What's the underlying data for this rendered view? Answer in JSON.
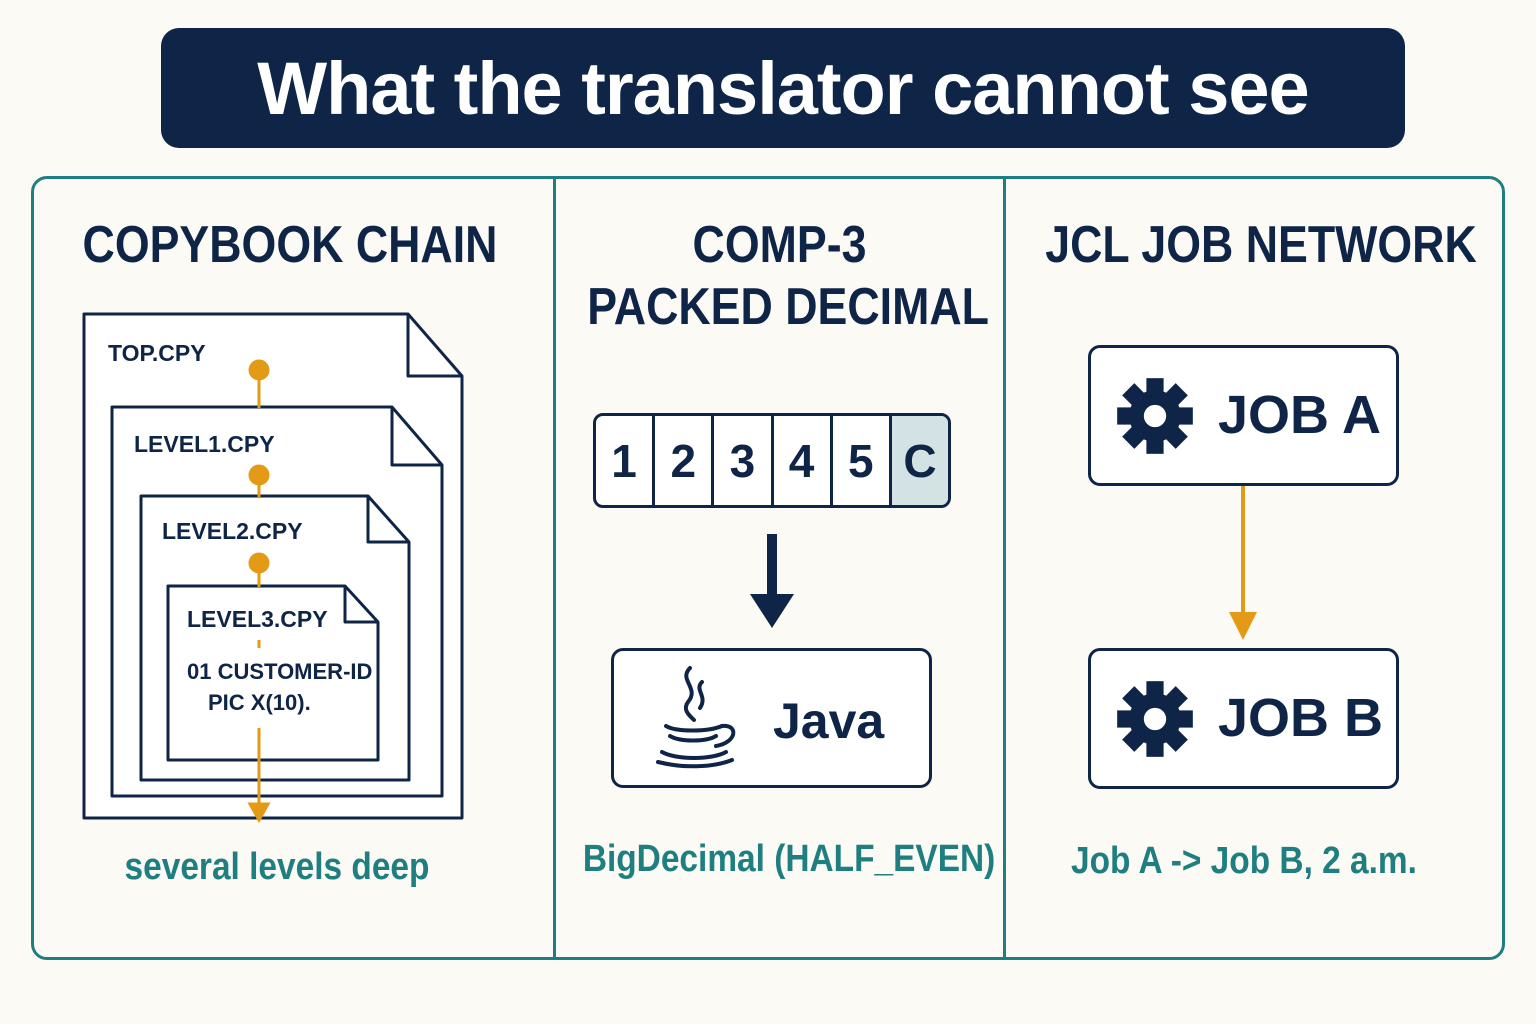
{
  "title": "What the translator cannot see",
  "panels": {
    "copybook": {
      "title": "COPYBOOK CHAIN",
      "files": [
        "TOP.CPY",
        "LEVEL1.CPY",
        "LEVEL2.CPY",
        "LEVEL3.CPY"
      ],
      "code_line1": "01 CUSTOMER-ID",
      "code_line2": "PIC X(10).",
      "caption": "several levels deep"
    },
    "comp3": {
      "title_line1": "COMP-3",
      "title_line2": "PACKED DECIMAL",
      "cells": [
        "1",
        "2",
        "3",
        "4",
        "5",
        "C"
      ],
      "target": "Java",
      "target_icon": "java-coffee-cup-icon",
      "caption": "BigDecimal (HALF_EVEN)"
    },
    "jcl": {
      "title": "JCL JOB NETWORK",
      "job_a": "JOB A",
      "job_b": "JOB B",
      "job_icon": "gear-icon",
      "caption": "Job A -> Job B, 2 a.m."
    }
  },
  "colors": {
    "navy": "#0f2547",
    "teal": "#1f7f80",
    "amber": "#e39a17",
    "background": "#fbfaf5",
    "check_nibble": "#d3e2e2"
  }
}
